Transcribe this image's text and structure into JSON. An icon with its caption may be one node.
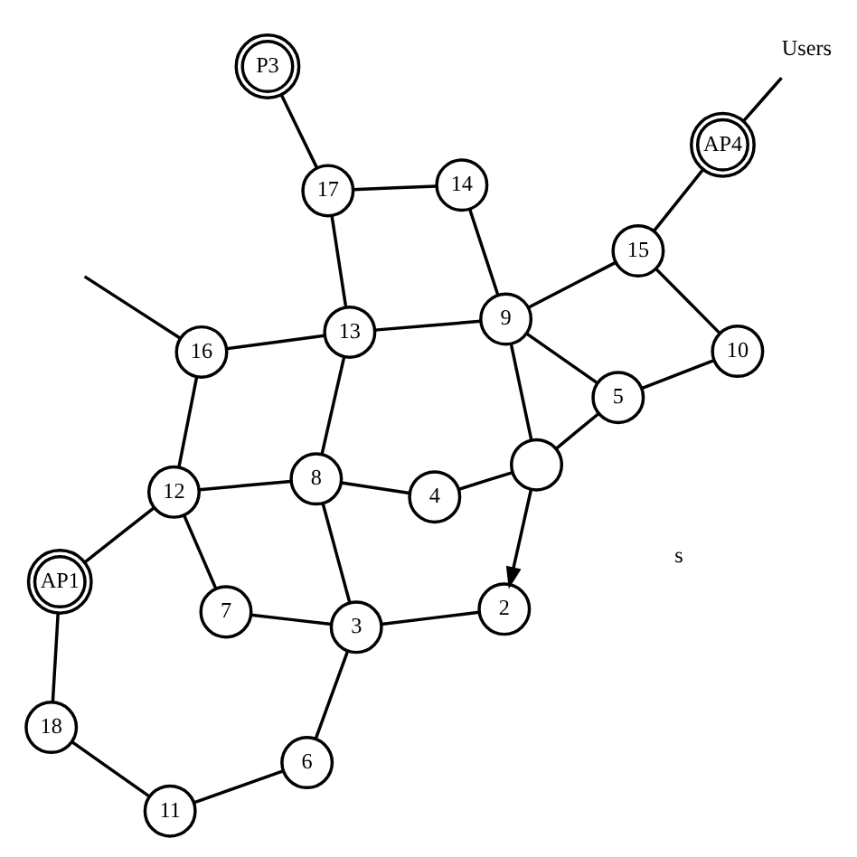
{
  "diagram": {
    "nodes": [
      {
        "text": [
          "18"
        ]
      },
      {
        "text": [
          "11"
        ]
      },
      {
        "text": [
          "6"
        ]
      },
      {
        "text": [
          "AP1"
        ]
      },
      {
        "text": [
          "12"
        ]
      },
      {
        "text": [
          "7"
        ]
      },
      {
        "text": [
          "3"
        ]
      },
      {
        "text": [
          "2"
        ]
      },
      {
        "text": [
          "16"
        ]
      },
      {
        "text": [
          "8"
        ]
      },
      {
        "text": [
          "4"
        ]
      },
      {
        "text": [
          "13"
        ]
      },
      {
        "text": [
          "9"
        ]
      },
      {
        "text": [
          "P3"
        ]
      },
      {
        "text": [
          "17"
        ]
      },
      {
        "text": [
          "14"
        ]
      },
      {
        "text": [
          "5"
        ]
      },
      {
        "text": [
          "Users"
        ]
      },
      {
        "text": [
          "AP4"
        ]
      },
      {
        "text": [
          "15"
        ]
      },
      {
        "text": [
          "10"
        ]
      },
      {
        "text": [],
        "shape": "circle"
      }
    ],
    "edges": [
      {
        "from": 3,
        "to": 0,
        "arrow": "none"
      },
      {
        "from": 0,
        "to": 1,
        "arrow": "none"
      },
      {
        "from": 1,
        "to": 2,
        "arrow": "none"
      },
      {
        "from": 2,
        "to": 6,
        "arrow": "none"
      },
      {
        "from": 3,
        "to": 4,
        "arrow": "none"
      },
      {
        "from": 4,
        "to": 5,
        "arrow": "none"
      },
      {
        "from": 5,
        "to": 6,
        "arrow": "none"
      },
      {
        "from": 6,
        "to": 7,
        "arrow": "none"
      },
      {
        "from": 6,
        "to": 9,
        "arrow": "none"
      },
      {
        "from": 4,
        "to": 9,
        "arrow": "none"
      },
      {
        "from": 4,
        "to": 8,
        "arrow": "none"
      },
      {
        "from": 8,
        "to": 11,
        "arrow": "none"
      },
      {
        "from": 8,
        "to": null,
        "arrow": "none"
      },
      {
        "from": 9,
        "to": 11,
        "arrow": "none"
      },
      {
        "from": 9,
        "to": 10,
        "arrow": "none"
      },
      {
        "from": 10,
        "to": 21,
        "arrow": "none"
      },
      {
        "from": 21,
        "to": 7,
        "arrow": "to"
      },
      {
        "from": 11,
        "to": 14,
        "arrow": "none"
      },
      {
        "from": 11,
        "to": 12,
        "arrow": "none"
      },
      {
        "from": 12,
        "to": 21,
        "arrow": "none"
      },
      {
        "from": 13,
        "to": 14,
        "arrow": "none"
      },
      {
        "from": 14,
        "to": 15,
        "arrow": "none"
      },
      {
        "from": 15,
        "to": 12,
        "arrow": "none"
      },
      {
        "from": 12,
        "to": 16,
        "arrow": "none"
      },
      {
        "from": 12,
        "to": 19,
        "arrow": "none"
      },
      {
        "from": 16,
        "to": 21,
        "arrow": "none"
      },
      {
        "from": 17,
        "to": 18,
        "arrow": "none"
      },
      {
        "from": 18,
        "to": 19,
        "arrow": "none"
      },
      {
        "from": 19,
        "to": 20,
        "arrow": "none"
      },
      {
        "from": 20,
        "to": 16,
        "arrow": "none"
      }
    ],
    "labels": [
      "s"
    ]
  }
}
